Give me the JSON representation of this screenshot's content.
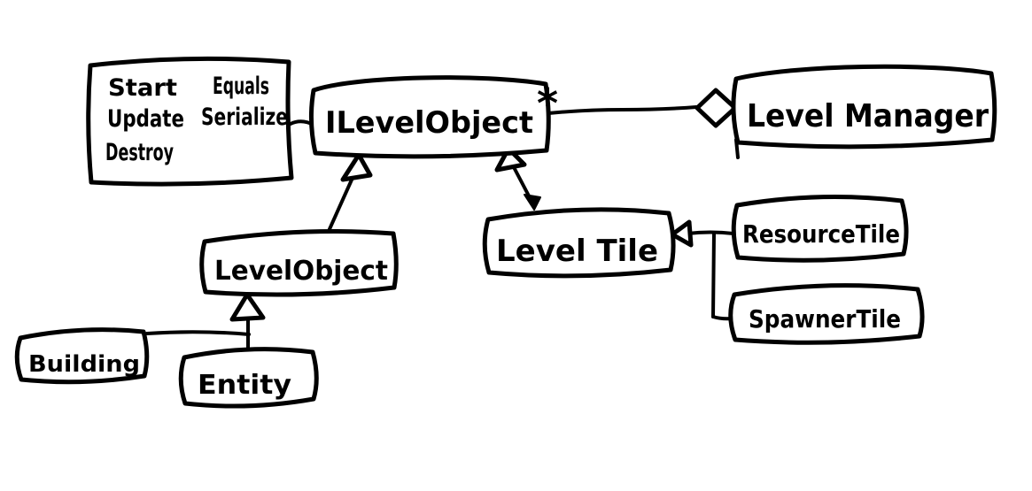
{
  "diagram": {
    "colors": {
      "ink": "#000000",
      "paper": "#ffffff"
    },
    "nodes": {
      "note": {
        "col1": [
          "Start",
          "Update",
          "Destroy"
        ],
        "col2": [
          "Equals",
          "Serialize"
        ]
      },
      "ilevel_object": {
        "label": "ILevelObject"
      },
      "level_manager": {
        "label": "Level Manager"
      },
      "level_object": {
        "label": "LevelObject"
      },
      "level_tile": {
        "label": "Level Tile"
      },
      "resource_tile": {
        "label": "ResourceTile"
      },
      "spawner_tile": {
        "label": "SpawnerTile"
      },
      "building": {
        "label": "Building"
      },
      "entity": {
        "label": "Entity"
      }
    },
    "edges": {
      "aggregation_multiplicity": "*"
    }
  }
}
